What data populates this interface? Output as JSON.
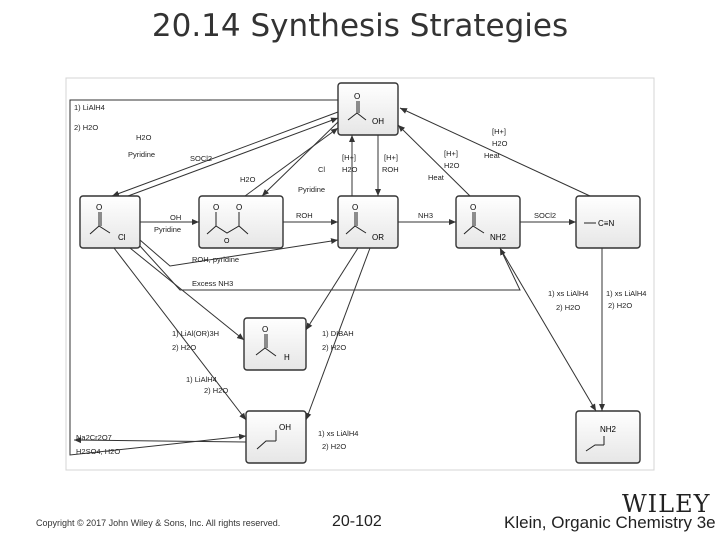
{
  "slide": {
    "title": "20.14 Synthesis Strategies",
    "copyright": "Copyright © 2017 John Wiley & Sons, Inc. All rights reserved.",
    "slide_number": "20-102",
    "credit": "Klein, Organic Chemistry 3e",
    "logo": "WILEY"
  },
  "compounds": {
    "carboxylic_acid": "OH",
    "acid_chloride": "Cl",
    "ester": "OR",
    "amide": "NH2",
    "nitrile": "C≡N",
    "aldehyde": "H",
    "alcohol": "OH",
    "amine": "NH2"
  },
  "reagents": {
    "lialh4_1": "1) LiAlH4",
    "h2o_2": "2) H2O",
    "h2o": "H2O",
    "pyridine": "Pyridine",
    "socl2": "SOCl2",
    "h2o_left": "H2O",
    "acid_cl_reagent": "Cl",
    "acid_cl_pyridine": "Pyridine",
    "h_cat_1": "[H+]",
    "h2o_mid": "H2O",
    "h_cat_2": "[H+]",
    "roh_mid": "ROH",
    "h_cat_3": "[H+]",
    "h2o_right": "H2O",
    "heat_right": "Heat",
    "h_cat_4": "[H+]",
    "h2o_far": "H2O",
    "heat_far": "Heat",
    "oh_reagent": "OH",
    "pyridine_2": "Pyridine",
    "roh": "ROH",
    "nh3": "NH3",
    "socl2_2": "SOCl2",
    "roh_pyridine": "ROH, pyridine",
    "excess_nh3": "Excess NH3",
    "xs_lialh4_a": "1) xs LiAlH4",
    "h2o_a": "2) H2O",
    "xs_lialh4_b": "1) xs LiAlH4",
    "h2o_b": "2) H2O",
    "lialoR3h": "1) LiAl(OR)3H",
    "h2o_c": "2) H2O",
    "dibah": "1) DIBAH",
    "h2o_d": "2) H2O",
    "lialh4_e": "1) LiAlH4",
    "h2o_e": "2) H2O",
    "xs_lialh4_f": "1) xs LiAlH4",
    "h2o_f": "2) H2O",
    "na2cr2o7": "Na2Cr2O7",
    "h2so4": "H2SO4, H2O"
  }
}
